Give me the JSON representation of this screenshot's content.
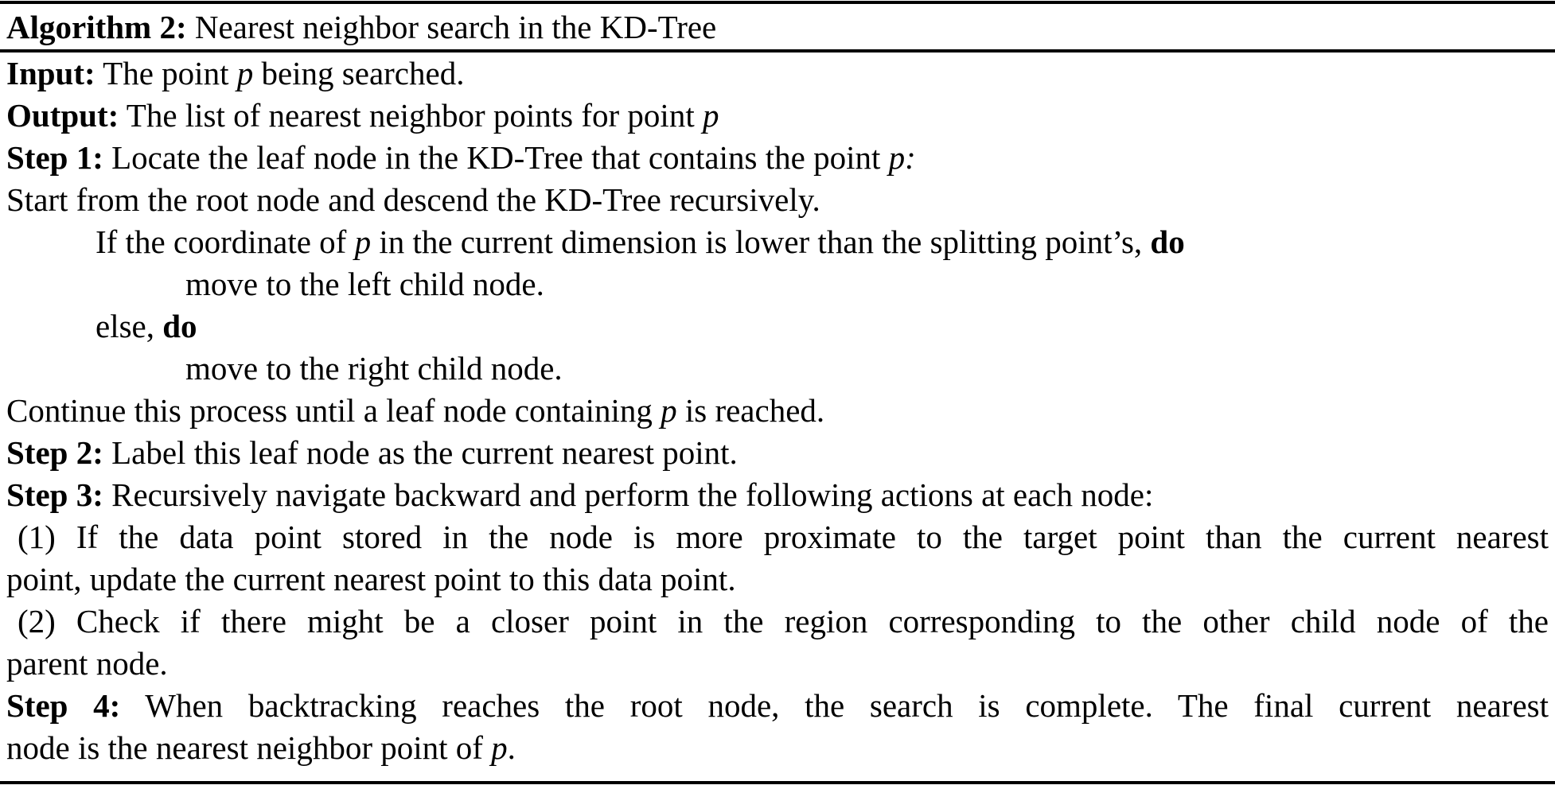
{
  "algorithm": {
    "title": {
      "indent": 0,
      "justify": false,
      "segments": [
        {
          "s": "b",
          "t": "Algorithm 2:"
        },
        {
          "s": "n",
          "t": " Nearest neighbor search in the KD-Tree"
        }
      ]
    },
    "lines": [
      {
        "indent": 0,
        "justify": false,
        "segments": [
          {
            "s": "b",
            "t": "Input:"
          },
          {
            "s": "n",
            "t": " The point "
          },
          {
            "s": "i",
            "t": "p"
          },
          {
            "s": "n",
            "t": " being searched."
          }
        ]
      },
      {
        "indent": 0,
        "justify": false,
        "segments": [
          {
            "s": "b",
            "t": "Output:"
          },
          {
            "s": "n",
            "t": " The list of nearest neighbor points for point "
          },
          {
            "s": "i",
            "t": "p"
          }
        ]
      },
      {
        "indent": 0,
        "justify": false,
        "segments": [
          {
            "s": "b",
            "t": "Step 1:"
          },
          {
            "s": "n",
            "t": " Locate the leaf node in the KD-Tree that contains the point "
          },
          {
            "s": "i",
            "t": "p:"
          }
        ]
      },
      {
        "indent": 0,
        "justify": false,
        "segments": [
          {
            "s": "n",
            "t": "Start from the root node and descend the KD-Tree recursively."
          }
        ]
      },
      {
        "indent": 1,
        "justify": false,
        "segments": [
          {
            "s": "n",
            "t": "If the coordinate of "
          },
          {
            "s": "i",
            "t": "p"
          },
          {
            "s": "n",
            "t": " in the current dimension is lower than the splitting point’s, "
          },
          {
            "s": "b",
            "t": "do"
          }
        ]
      },
      {
        "indent": 2,
        "justify": false,
        "segments": [
          {
            "s": "n",
            "t": "move to the left child node."
          }
        ]
      },
      {
        "indent": 1,
        "justify": false,
        "segments": [
          {
            "s": "n",
            "t": "else, "
          },
          {
            "s": "b",
            "t": "do"
          }
        ]
      },
      {
        "indent": 2,
        "justify": false,
        "segments": [
          {
            "s": "n",
            "t": "move to the right child node."
          }
        ]
      },
      {
        "indent": 0,
        "justify": false,
        "segments": [
          {
            "s": "n",
            "t": "Continue this process until a leaf node containing "
          },
          {
            "s": "i",
            "t": "p"
          },
          {
            "s": "n",
            "t": " is reached."
          }
        ]
      },
      {
        "indent": 0,
        "justify": false,
        "segments": [
          {
            "s": "b",
            "t": "Step 2:"
          },
          {
            "s": "n",
            "t": " Label this leaf node as the current nearest point."
          }
        ]
      },
      {
        "indent": 0,
        "justify": false,
        "segments": [
          {
            "s": "b",
            "t": "Step 3:"
          },
          {
            "s": "n",
            "t": " Recursively navigate backward and perform the following actions at each node:"
          }
        ]
      },
      {
        "indent": "s",
        "justify": true,
        "segments": [
          {
            "s": "n",
            "t": "(1) If the data point stored in the node is more proximate to the target point than the current nearest"
          }
        ]
      },
      {
        "indent": 0,
        "justify": false,
        "segments": [
          {
            "s": "n",
            "t": "point, update the current nearest point to this data point."
          }
        ]
      },
      {
        "indent": "s",
        "justify": true,
        "segments": [
          {
            "s": "n",
            "t": "(2) Check if there might be a closer point in the region corresponding to the other child node of the"
          }
        ]
      },
      {
        "indent": 0,
        "justify": false,
        "segments": [
          {
            "s": "n",
            "t": "parent node."
          }
        ]
      },
      {
        "indent": 0,
        "justify": true,
        "segments": [
          {
            "s": "b",
            "t": "Step 4:"
          },
          {
            "s": "n",
            "t": " When backtracking reaches the root node, the search is complete. The final current nearest"
          }
        ]
      },
      {
        "indent": 0,
        "justify": false,
        "segments": [
          {
            "s": "n",
            "t": "node is the nearest neighbor point of "
          },
          {
            "s": "i",
            "t": "p"
          },
          {
            "s": "n",
            "t": "."
          }
        ]
      }
    ]
  }
}
